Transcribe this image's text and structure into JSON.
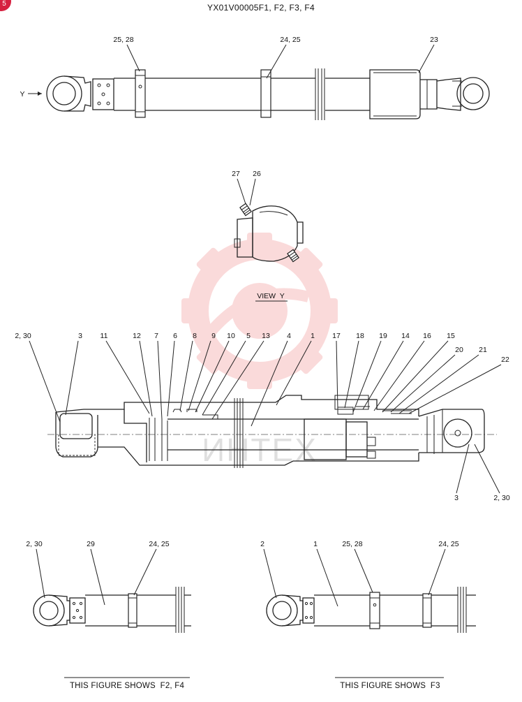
{
  "page": {
    "title": "YX01V00005F1, F2, F3, F4",
    "badge": "5"
  },
  "top_view": {
    "view_marker": "Y",
    "callouts": [
      "25, 28",
      "24, 25",
      "23"
    ]
  },
  "view_y": {
    "title": "VIEW  Y",
    "callouts": [
      "27",
      "26"
    ]
  },
  "section_view": {
    "callouts_top": [
      "2, 30",
      "3",
      "11",
      "12",
      "7",
      "6",
      "8",
      "9",
      "10",
      "5",
      "13",
      "4",
      "1",
      "17",
      "18",
      "19",
      "14",
      "16",
      "15",
      "20",
      "21",
      "22"
    ],
    "callouts_bottom": [
      "3",
      "2, 30"
    ]
  },
  "variant_left": {
    "callouts": [
      "2, 30",
      "29",
      "24, 25"
    ],
    "caption": "THIS FIGURE SHOWS  F2, F4"
  },
  "variant_right": {
    "callouts": [
      "2",
      "1",
      "25, 28",
      "24, 25"
    ],
    "caption": "THIS FIGURE SHOWS  F3"
  },
  "watermark": {
    "text": "ИНТЕХ",
    "color": "#e8373a"
  }
}
